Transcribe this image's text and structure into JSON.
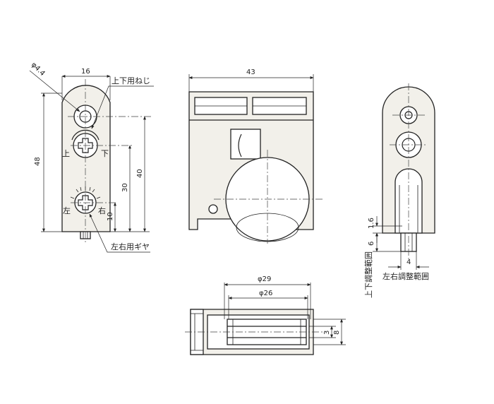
{
  "labels": {
    "adjust_screw": "上下用ねじ",
    "lr_gear": "左右用ギヤ",
    "up": "上",
    "down": "下",
    "left": "左",
    "right": "右",
    "ud_range": "上下調整範囲",
    "lr_range": "左右調整範囲"
  },
  "dims": {
    "d_hole": "φ4.4",
    "w16": "16",
    "h48": "48",
    "h40": "40",
    "h30": "30",
    "h10": "10",
    "w43": "43",
    "d29": "φ29",
    "d26": "φ26",
    "t3": "3",
    "t8": "8",
    "r16": "1.6",
    "r6": "6",
    "r4": "4"
  }
}
